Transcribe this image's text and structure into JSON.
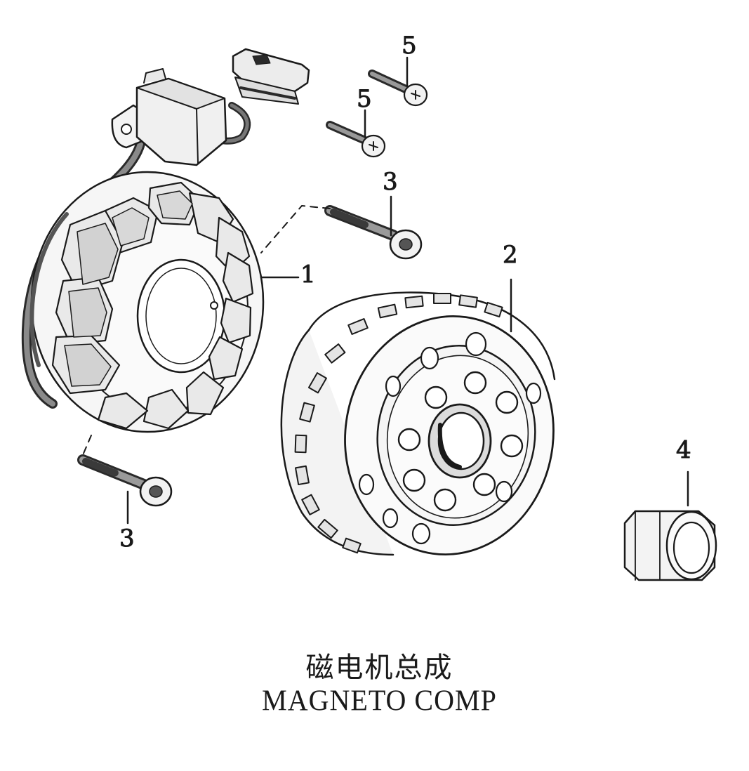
{
  "diagram": {
    "callouts": {
      "stator": "1",
      "flywheel": "2",
      "bolt_upper": "3",
      "bolt_lower": "3",
      "nut": "4",
      "screw_top": "5",
      "screw_mid": "5"
    },
    "title_zh": "磁电机总成",
    "title_en": "MAGNETO COMP"
  },
  "colors": {
    "ink": "#1a1a1a",
    "shade": "#555555",
    "dark": "#2a2a2a",
    "background": "#ffffff"
  }
}
